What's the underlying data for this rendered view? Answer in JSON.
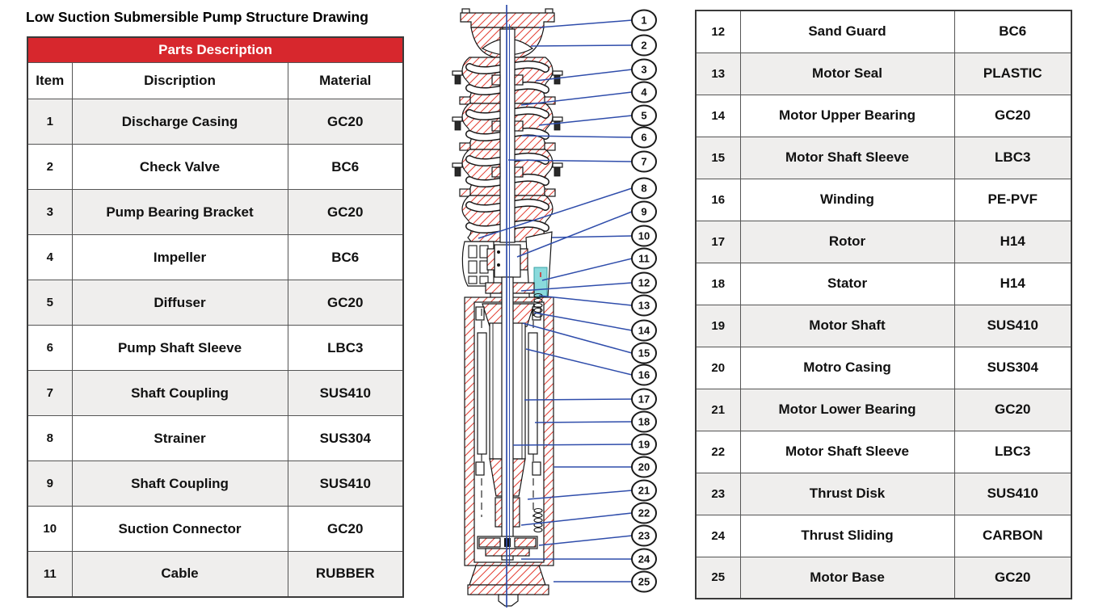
{
  "title": "Low Suction Submersible Pump Structure Drawing",
  "left_table": {
    "header": "Parts Description",
    "columns": [
      "Item",
      "Discription",
      "Material"
    ],
    "rows": [
      {
        "item": "1",
        "description": "Discharge Casing",
        "material": "GC20"
      },
      {
        "item": "2",
        "description": "Check Valve",
        "material": "BC6"
      },
      {
        "item": "3",
        "description": "Pump Bearing Bracket",
        "material": "GC20"
      },
      {
        "item": "4",
        "description": "Impeller",
        "material": "BC6"
      },
      {
        "item": "5",
        "description": "Diffuser",
        "material": "GC20"
      },
      {
        "item": "6",
        "description": "Pump Shaft Sleeve",
        "material": "LBC3"
      },
      {
        "item": "7",
        "description": "Shaft Coupling",
        "material": "SUS410"
      },
      {
        "item": "8",
        "description": "Strainer",
        "material": "SUS304"
      },
      {
        "item": "9",
        "description": "Shaft Coupling",
        "material": "SUS410"
      },
      {
        "item": "10",
        "description": "Suction Connector",
        "material": "GC20"
      },
      {
        "item": "11",
        "description": "Cable",
        "material": "RUBBER"
      }
    ]
  },
  "right_table": {
    "rows": [
      {
        "item": "12",
        "description": "Sand Guard",
        "material": "BC6"
      },
      {
        "item": "13",
        "description": "Motor Seal",
        "material": "PLASTIC"
      },
      {
        "item": "14",
        "description": "Motor Upper Bearing",
        "material": "GC20"
      },
      {
        "item": "15",
        "description": "Motor Shaft Sleeve",
        "material": "LBC3"
      },
      {
        "item": "16",
        "description": "Winding",
        "material": "PE-PVF"
      },
      {
        "item": "17",
        "description": "Rotor",
        "material": "H14"
      },
      {
        "item": "18",
        "description": "Stator",
        "material": "H14"
      },
      {
        "item": "19",
        "description": "Motor Shaft",
        "material": "SUS410"
      },
      {
        "item": "20",
        "description": "Motro Casing",
        "material": "SUS304"
      },
      {
        "item": "21",
        "description": "Motor Lower Bearing",
        "material": "GC20"
      },
      {
        "item": "22",
        "description": "Motor Shaft Sleeve",
        "material": "LBC3"
      },
      {
        "item": "23",
        "description": "Thrust Disk",
        "material": "SUS410"
      },
      {
        "item": "24",
        "description": "Thrust Sliding",
        "material": "CARBON"
      },
      {
        "item": "25",
        "description": "Motor Base",
        "material": "GC20"
      }
    ]
  },
  "diagram": {
    "callout_numbers": [
      "1",
      "2",
      "3",
      "4",
      "5",
      "6",
      "7",
      "8",
      "9",
      "10",
      "11",
      "12",
      "13",
      "14",
      "15",
      "16",
      "17",
      "18",
      "19",
      "20",
      "21",
      "22",
      "23",
      "24",
      "25"
    ]
  },
  "colors": {
    "header_red": "#d7272d",
    "row_shade": "#efeeed",
    "hatch_red": "#e2392d",
    "leader_blue": "#2f4dab",
    "cable_cyan": "#8adadc"
  }
}
